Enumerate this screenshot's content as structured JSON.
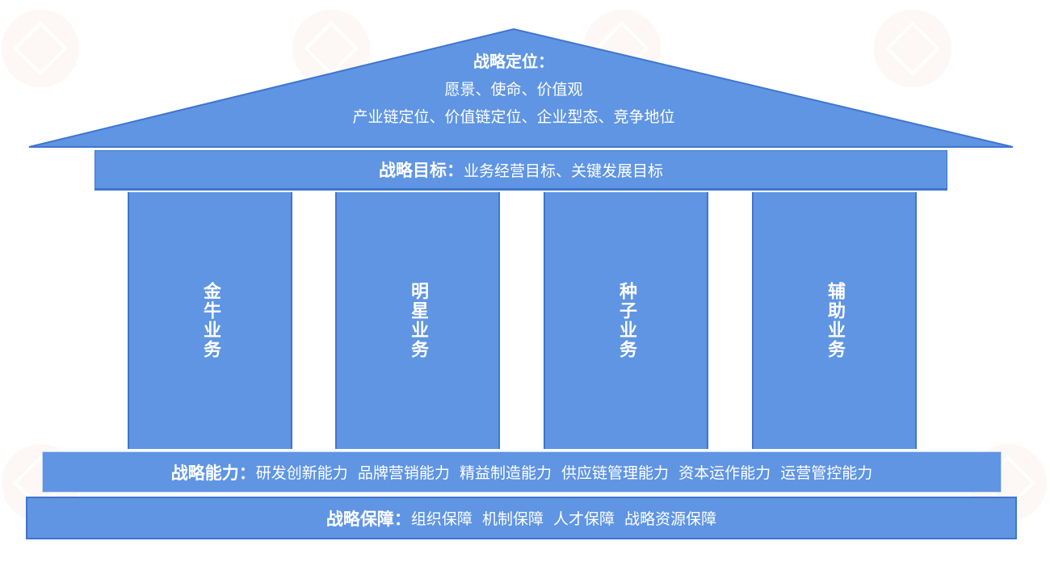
{
  "colors": {
    "fill": "#5f95e3",
    "border": "#3f75cf",
    "text": "#ffffff"
  },
  "roof": {
    "title": "战略定位：",
    "line1": "愿景、使命、价值观",
    "line2": "产业链定位、价值链定位、企业型态、竞争地位"
  },
  "target": {
    "label": "战略目标：",
    "content": "业务经营目标、关键发展目标"
  },
  "pillars": [
    {
      "label": "金牛业务"
    },
    {
      "label": "明星业务"
    },
    {
      "label": "种子业务"
    },
    {
      "label": "辅助业务"
    }
  ],
  "capability": {
    "label": "战略能力：",
    "content": "研发创新能力  品牌营销能力  精益制造能力  供应链管理能力  资本运作能力  运营管控能力"
  },
  "guarantee": {
    "label": "战略保障：",
    "content": "组织保障  机制保障  人才保障  战略资源保障"
  }
}
